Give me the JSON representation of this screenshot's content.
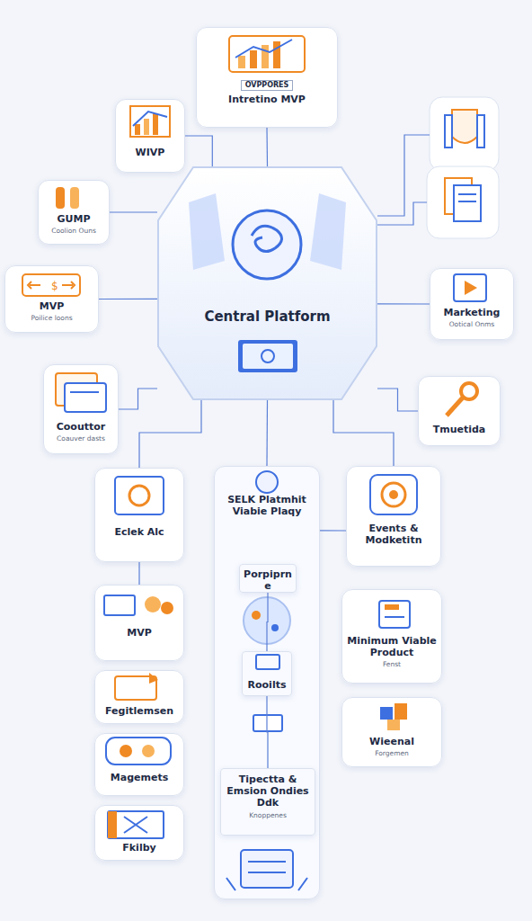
{
  "diagram": {
    "nodes": [
      {
        "text": [
          "OVPPORES",
          "Intretino MVP"
        ]
      },
      {
        "text": [
          "WIVP"
        ]
      },
      {
        "text": [
          "GUMP",
          "Coolion Ouns"
        ]
      },
      {
        "text": [
          "Central Platform"
        ]
      },
      {
        "text": [
          "MVP",
          "Poilice loons"
        ]
      },
      {
        "text": [
          "Marketing",
          "Ootical Onms"
        ]
      },
      {
        "text": [
          "Coouttor",
          "Coauver dasts"
        ]
      },
      {
        "text": [
          "Tmuetida"
        ]
      },
      {
        "text": [
          "Eclek Alc"
        ]
      },
      {
        "text": [
          "SELK Platmhit Viabie Plaqy"
        ]
      },
      {
        "text": [
          "Porpiprne"
        ],
        "in": 9
      },
      {
        "text": [
          "Rooilts"
        ],
        "in": 9
      },
      {
        "text": [
          "Tipectta & Emsion Ondies Ddk",
          "Knoppenes"
        ],
        "in": 9
      },
      {
        "text": [
          "Events & Modketitn"
        ]
      },
      {
        "text": [
          "MVP"
        ]
      },
      {
        "text": [
          "Minimum Viable Product",
          "Fenst"
        ]
      },
      {
        "text": [
          "Fegitlemsen"
        ]
      },
      {
        "text": [
          "Wieenal",
          "Forgemen"
        ]
      },
      {
        "text": [
          "Magemets"
        ]
      },
      {
        "text": [
          "Fkilby"
        ]
      }
    ],
    "edges": [
      {
        "from": 3,
        "to": 0,
        "arrow": "none"
      },
      {
        "from": 3,
        "to": 1,
        "arrow": "none"
      },
      {
        "from": 3,
        "to": 2,
        "arrow": "none"
      },
      {
        "from": 3,
        "to": 4,
        "arrow": "none"
      },
      {
        "from": 3,
        "to": 5,
        "arrow": "none"
      },
      {
        "from": 3,
        "to": 6,
        "arrow": "none"
      },
      {
        "from": 3,
        "to": 7,
        "arrow": "none"
      },
      {
        "from": 3,
        "to": 8,
        "arrow": "none"
      },
      {
        "from": 3,
        "to": 9,
        "arrow": "none"
      },
      {
        "from": 3,
        "to": 13,
        "arrow": "none"
      },
      {
        "from": 8,
        "to": 14,
        "arrow": "none"
      },
      {
        "from": 9,
        "to": 13,
        "arrow": "none"
      },
      {
        "from": 10,
        "to": 11,
        "arrow": "none"
      },
      {
        "from": 11,
        "to": 12,
        "arrow": "none"
      }
    ]
  }
}
